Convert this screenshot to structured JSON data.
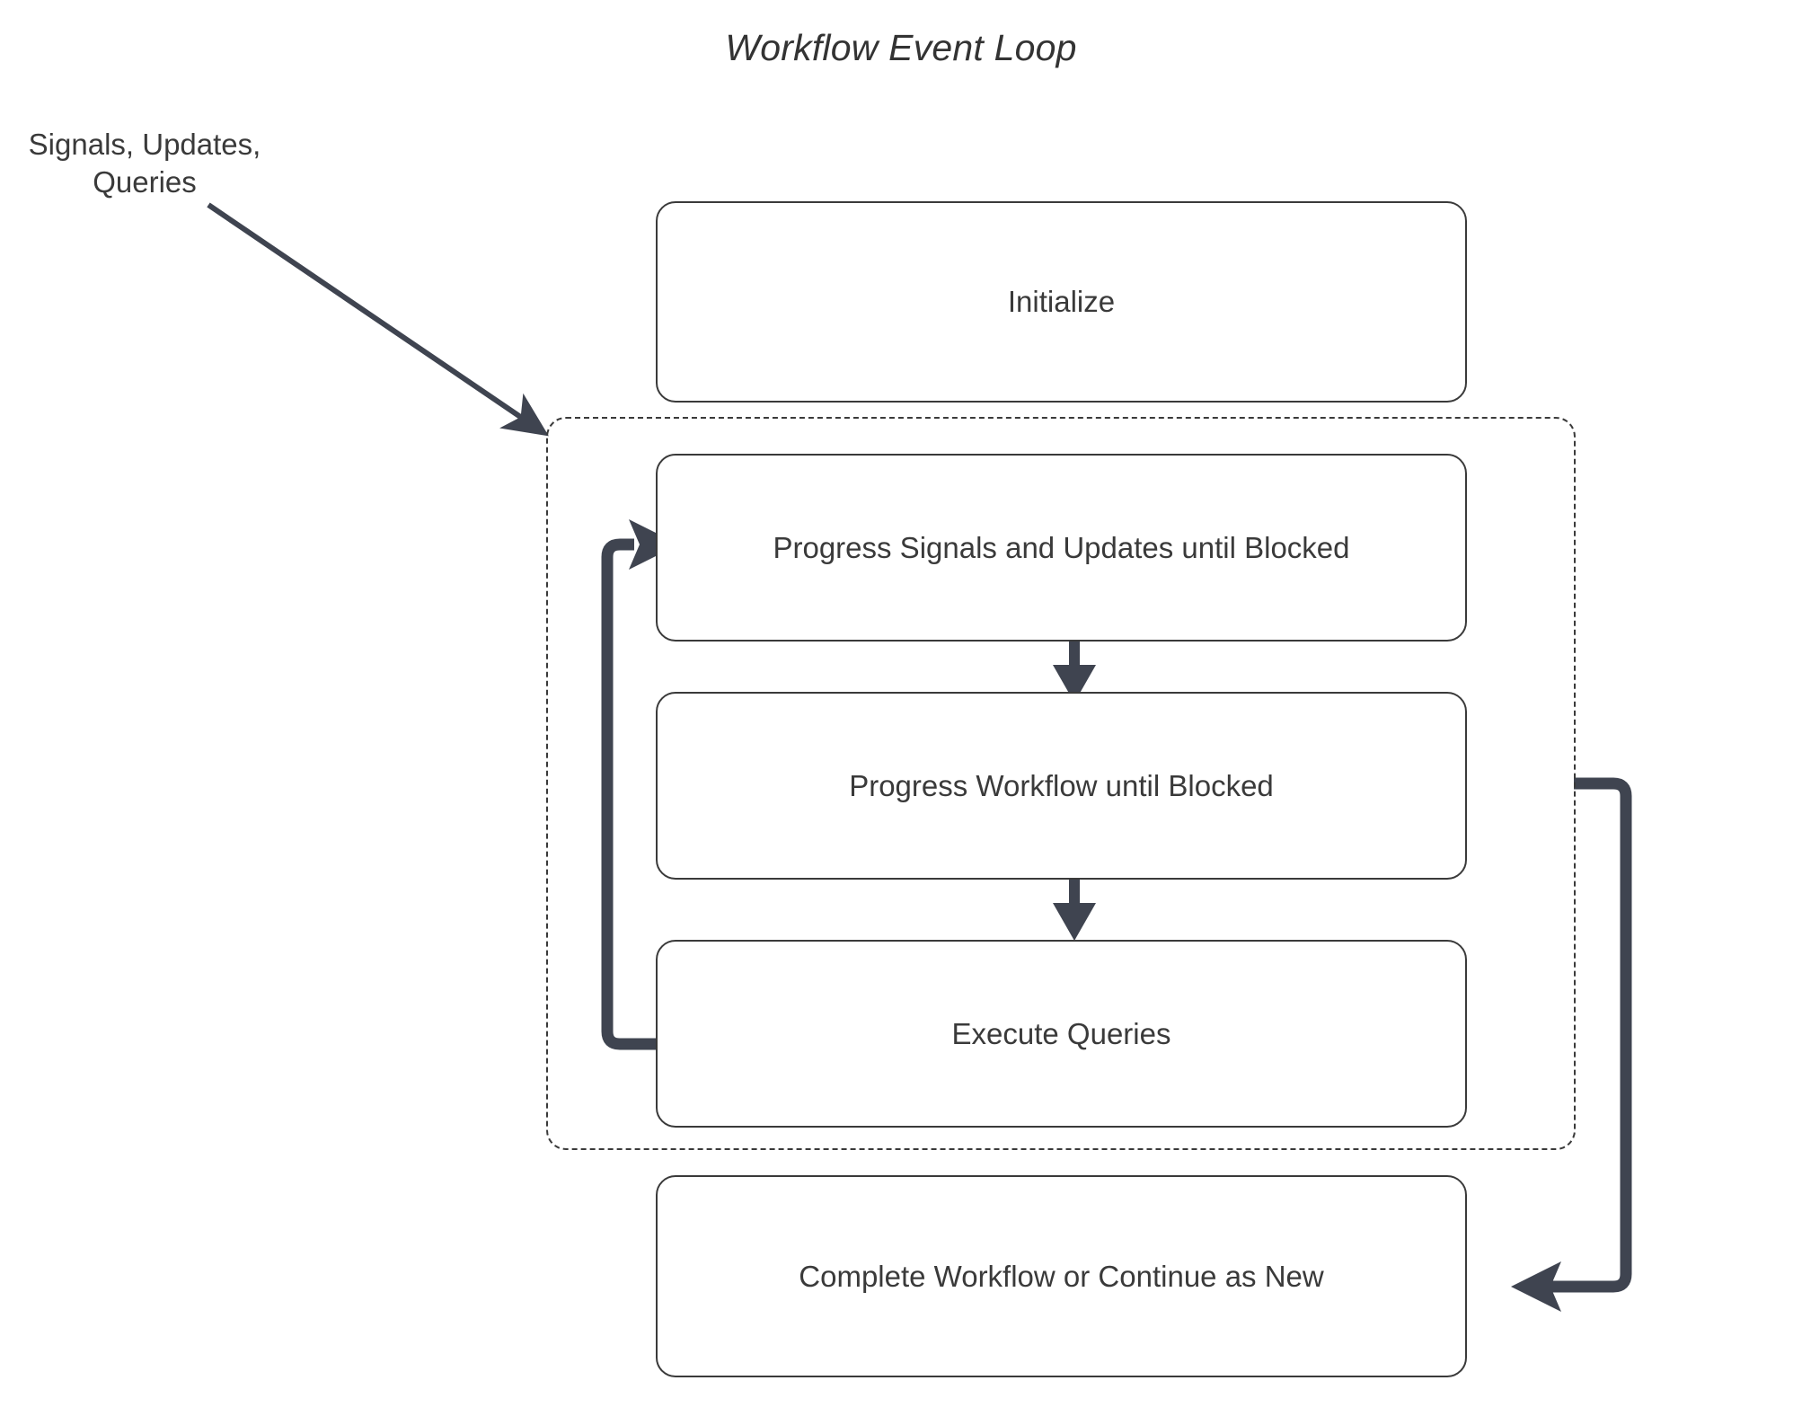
{
  "diagram": {
    "title": "Workflow Event Loop",
    "external_label": "Signals, Updates, Queries",
    "external_label_line1": "Signals, Updates,",
    "external_label_line2": "Queries",
    "colors": {
      "node_border": "#3a3a3a",
      "node_fill": "#ffffff",
      "text": "#3a3a3a",
      "arrow": "#3f4450",
      "thin_arrow": "#3f4450",
      "group_border": "#3a3a3a",
      "background": "#ffffff"
    },
    "nodes": [
      {
        "id": "initialize",
        "label": "Initialize"
      },
      {
        "id": "progress_signals",
        "label": "Progress Signals and Updates until Blocked"
      },
      {
        "id": "progress_workflow",
        "label": "Progress Workflow until Blocked"
      },
      {
        "id": "execute_queries",
        "label": "Execute Queries"
      },
      {
        "id": "complete_workflow",
        "label": "Complete Workflow or Continue as New"
      }
    ],
    "group": {
      "id": "event_loop_group",
      "style": "dashed",
      "label": ""
    },
    "edges": [
      {
        "id": "signals-to-loop",
        "from": "Signals, Updates, Queries",
        "to": "event_loop_group",
        "style": "thin-diagonal-arrow"
      },
      {
        "id": "progress-signals-to-progress-workflow",
        "from": "progress_signals",
        "to": "progress_workflow",
        "style": "thick-down-arrow"
      },
      {
        "id": "progress-workflow-to-execute-queries",
        "from": "progress_workflow",
        "to": "execute_queries",
        "style": "thick-down-arrow"
      },
      {
        "id": "execute-queries-loopback",
        "from": "execute_queries",
        "to": "progress_signals",
        "style": "thick-left-up-arrow"
      },
      {
        "id": "loop-to-complete-workflow",
        "from": "event_loop_group",
        "to": "complete_workflow",
        "style": "thick-right-down-arrow"
      }
    ]
  }
}
